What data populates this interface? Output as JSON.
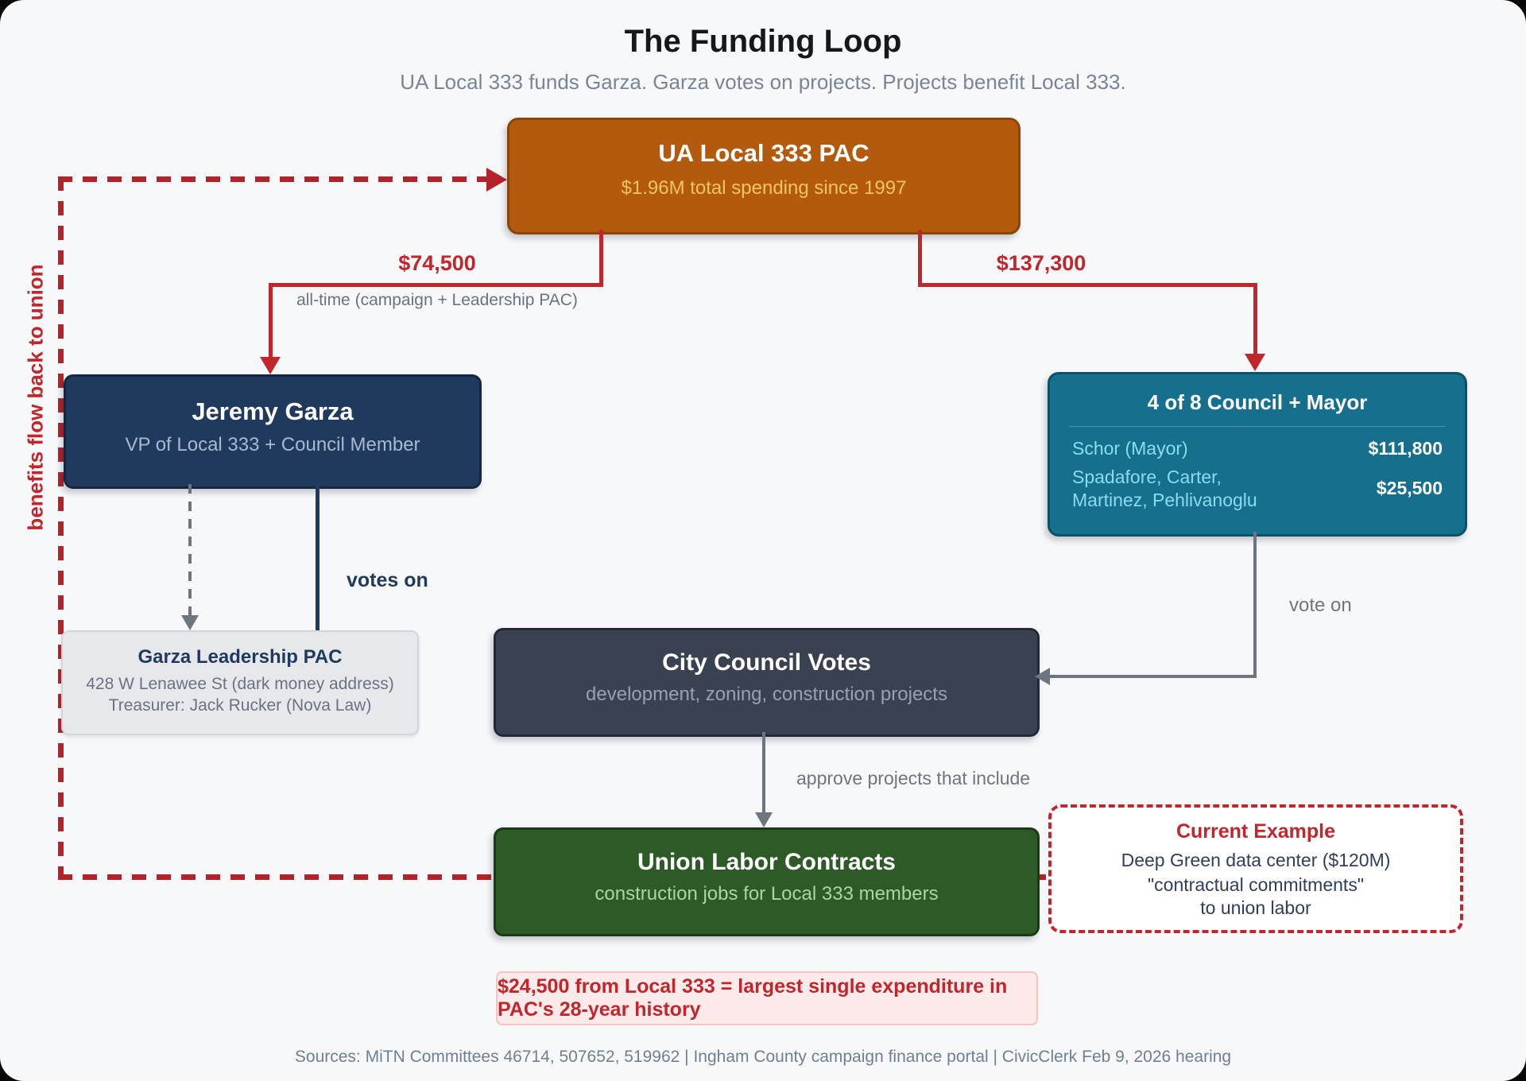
{
  "title": "The Funding Loop",
  "subtitle": "UA Local 333 funds Garza. Garza votes on projects. Projects benefit Local 333.",
  "nodes": {
    "pac": {
      "title": "UA Local 333 PAC",
      "subtitle": "$1.96M total spending since 1997"
    },
    "garza": {
      "title": "Jeremy Garza",
      "subtitle": "VP of Local 333 + Council Member"
    },
    "council_recipients": {
      "title": "4 of 8 Council + Mayor",
      "rows": [
        {
          "label": "Schor (Mayor)",
          "amount": "$111,800"
        },
        {
          "label": "Spadafore, Carter, Martinez, Pehlivanoglu",
          "amount": "$25,500"
        }
      ]
    },
    "leadership_pac": {
      "title": "Garza Leadership PAC",
      "line1": "428 W Lenawee St (dark money address)",
      "line2": "Treasurer: Jack Rucker (Nova Law)"
    },
    "council_votes": {
      "title": "City Council Votes",
      "subtitle": "development, zoning, construction projects"
    },
    "contracts": {
      "title": "Union Labor Contracts",
      "subtitle": "construction jobs for Local 333 members"
    },
    "example": {
      "title": "Current Example",
      "line1": "Deep Green data center ($120M)",
      "line2": "\"contractual commitments\"",
      "line3": "to union labor"
    }
  },
  "edges": {
    "garza_amount": "$74,500",
    "garza_amount_note": "all-time (campaign + Leadership PAC)",
    "council_amount": "$137,300",
    "votes_on": "votes on",
    "vote_on": "vote on",
    "approve": "approve projects that include",
    "loop_label": "benefits flow back to union"
  },
  "callout": "$24,500 from Local 333 = largest single expenditure in PAC's 28-year history",
  "footer": "Sources: MiTN Committees 46714, 507652, 519962 | Ingham County campaign finance portal | CivicClerk Feb 9, 2026 hearing",
  "colors": {
    "page_bg": "#f7f8fa",
    "ink": "#17181c",
    "muted": "#7b8496",
    "red": "#c0262b",
    "dark_red": "#b5232a",
    "orange": "#b45a0e",
    "orange_border": "#8a4607",
    "gold": "#f2c469",
    "navy": "#1f3a5c",
    "navy_border": "#152740",
    "navy_sub": "#a8b9d2",
    "teal": "#156f8d",
    "teal_border": "#0c5168",
    "cyan": "#8adcf0",
    "slate": "#3a4252",
    "slate_border": "#242936",
    "slate_sub": "#98a1b1",
    "green": "#2d5a26",
    "green_border": "#1a3a15",
    "green_sub": "#a8d8a0",
    "graybox": "#e6e8ec",
    "graybox_border": "#d2d6dc",
    "gray_text": "#6b7280",
    "gray_arrow": "#6e757f",
    "pink_bg": "#fdeaea",
    "pink_border": "#f6c3c3",
    "example_text": "#2f3e5c",
    "footer_gray": "#727e91"
  }
}
